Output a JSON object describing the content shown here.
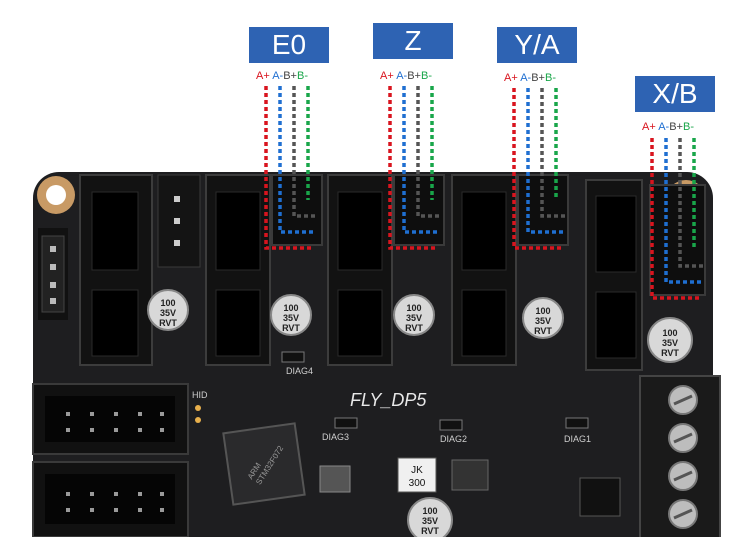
{
  "motors": [
    {
      "id": "e0",
      "label": "E0",
      "pins": [
        "A+",
        "A-",
        "B+",
        "B-"
      ]
    },
    {
      "id": "z",
      "label": "Z",
      "pins": [
        "A+",
        "A-",
        "B+",
        "B-"
      ]
    },
    {
      "id": "ya",
      "label": "Y/A",
      "pins": [
        "A+",
        "A-",
        "B+",
        "B-"
      ]
    },
    {
      "id": "xb",
      "label": "X/B",
      "pins": [
        "A+",
        "A-",
        "B+",
        "B-"
      ]
    }
  ],
  "board": {
    "name": "FLY_DP5",
    "capacitor": {
      "line1": "100",
      "line2": "35V",
      "line3": "RVT"
    },
    "inductor": {
      "line1": "JK",
      "line2": "300"
    },
    "mcu": {
      "line1": "ARM",
      "line2": "STM32F072"
    },
    "diag_labels": [
      "DIAG1",
      "DIAG2",
      "DIAG3",
      "DIAG4"
    ],
    "hid_label": "HID"
  },
  "colors": {
    "a_plus": "#d9141e",
    "a_minus": "#1f6fd1",
    "b_plus": "#555555",
    "b_minus": "#19a64a",
    "label_bg": "#2e63b3",
    "pcb": "#1e1e20"
  }
}
